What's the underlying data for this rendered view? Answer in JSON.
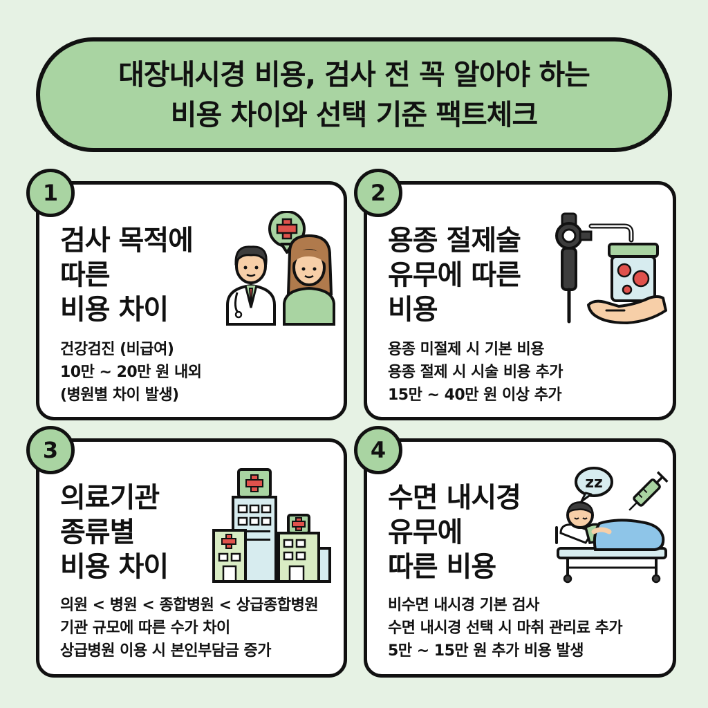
{
  "header": {
    "title_line1": "대장내시경 비용, 검사 전 꼭 알아야 하는",
    "title_line2": "비용 차이와 선택 기준 팩트체크"
  },
  "cards": [
    {
      "number": "1",
      "title": [
        "검사 목적에",
        "따른",
        "비용 차이"
      ],
      "desc": [
        "건강검진 (비급여)",
        "10만 ~ 20만 원 내외",
        "(병원별 차이 발생)"
      ],
      "icon": "doctor-patient-icon"
    },
    {
      "number": "2",
      "title": [
        "용종 절제술",
        "유무에 따른",
        "비용"
      ],
      "desc": [
        "용종 미절제 시 기본 비용",
        "용종 절제 시 시술 비용 추가",
        "15만 ~ 40만 원 이상 추가"
      ],
      "icon": "endoscope-specimen-icon"
    },
    {
      "number": "3",
      "title": [
        "의료기관",
        "종류별",
        "비용 차이"
      ],
      "desc": [
        "의원 < 병원 < 종합병원 < 상급종합병원",
        "기관 규모에 따른 수가 차이",
        "상급병원 이용 시 본인부담금 증가"
      ],
      "icon": "hospital-buildings-icon"
    },
    {
      "number": "4",
      "title": [
        "수면 내시경",
        "유무에",
        "따른 비용"
      ],
      "desc": [
        "비수면 내시경 기본 검사",
        "수면 내시경 선택 시 마취 관리료 추가",
        "5만 ~ 15만 원 추가 비용 발생"
      ],
      "icon": "sleeping-patient-icon",
      "sleep_text": "zz"
    }
  ],
  "colors": {
    "background": "#e6f2e4",
    "accent_green": "#a9d4a2",
    "outline": "#111111",
    "red_cross": "#e0524c"
  }
}
